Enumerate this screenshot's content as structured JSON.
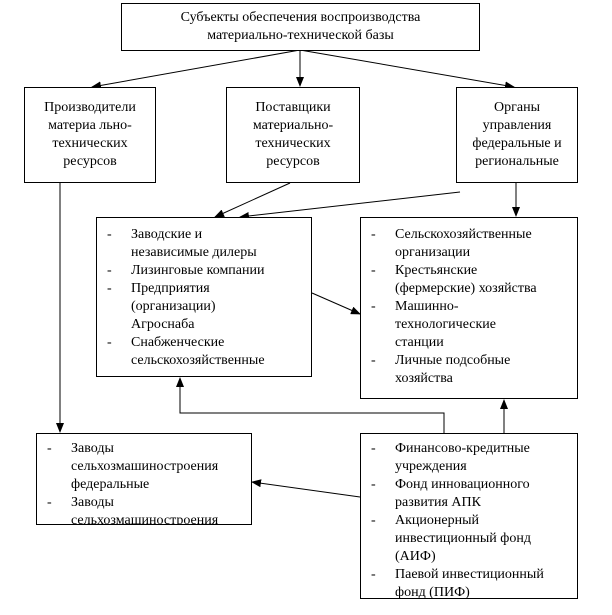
{
  "top": {
    "lines": [
      "Субъекты обеспечения воспроизводства",
      "материально-технической базы"
    ]
  },
  "producers": {
    "lines": [
      "Производители",
      "материа льно-",
      "технических",
      "ресурсов"
    ]
  },
  "suppliers": {
    "lines": [
      "Поставщики",
      "материально-",
      "технических",
      "ресурсов"
    ]
  },
  "authorities": {
    "lines": [
      "Органы",
      "управления",
      "федеральные и",
      "региональные"
    ]
  },
  "dealers": {
    "items": [
      [
        "Заводские и",
        "независимые дилеры"
      ],
      [
        "Лизинговые компании"
      ],
      [
        "Предприятия",
        "(организации)",
        "Агроснаба"
      ],
      [
        "Снабженческие",
        "сельскохозяйственные"
      ]
    ]
  },
  "agri": {
    "items": [
      [
        "Сельскохозяйственные",
        "организации"
      ],
      [
        "Крестьянские",
        "(фермерские) хозяйства"
      ],
      [
        "Машинно-",
        "технологические",
        "станции"
      ],
      [
        "Личные подсобные",
        "хозяйства"
      ]
    ]
  },
  "plants": {
    "items": [
      [
        "Заводы",
        "сельхозмашиностроения",
        "федеральные"
      ],
      [
        "Заводы",
        "сельхозмашиностроения"
      ]
    ]
  },
  "finance": {
    "items": [
      [
        "Финансово-кредитные",
        "учреждения"
      ],
      [
        "Фонд инновационного",
        "развития АПК"
      ],
      [
        "Акционерный",
        "инвестиционный фонд",
        "(АИФ)"
      ],
      [
        "Паевой инвестиционный",
        "фонд (ПИФ)"
      ]
    ]
  }
}
